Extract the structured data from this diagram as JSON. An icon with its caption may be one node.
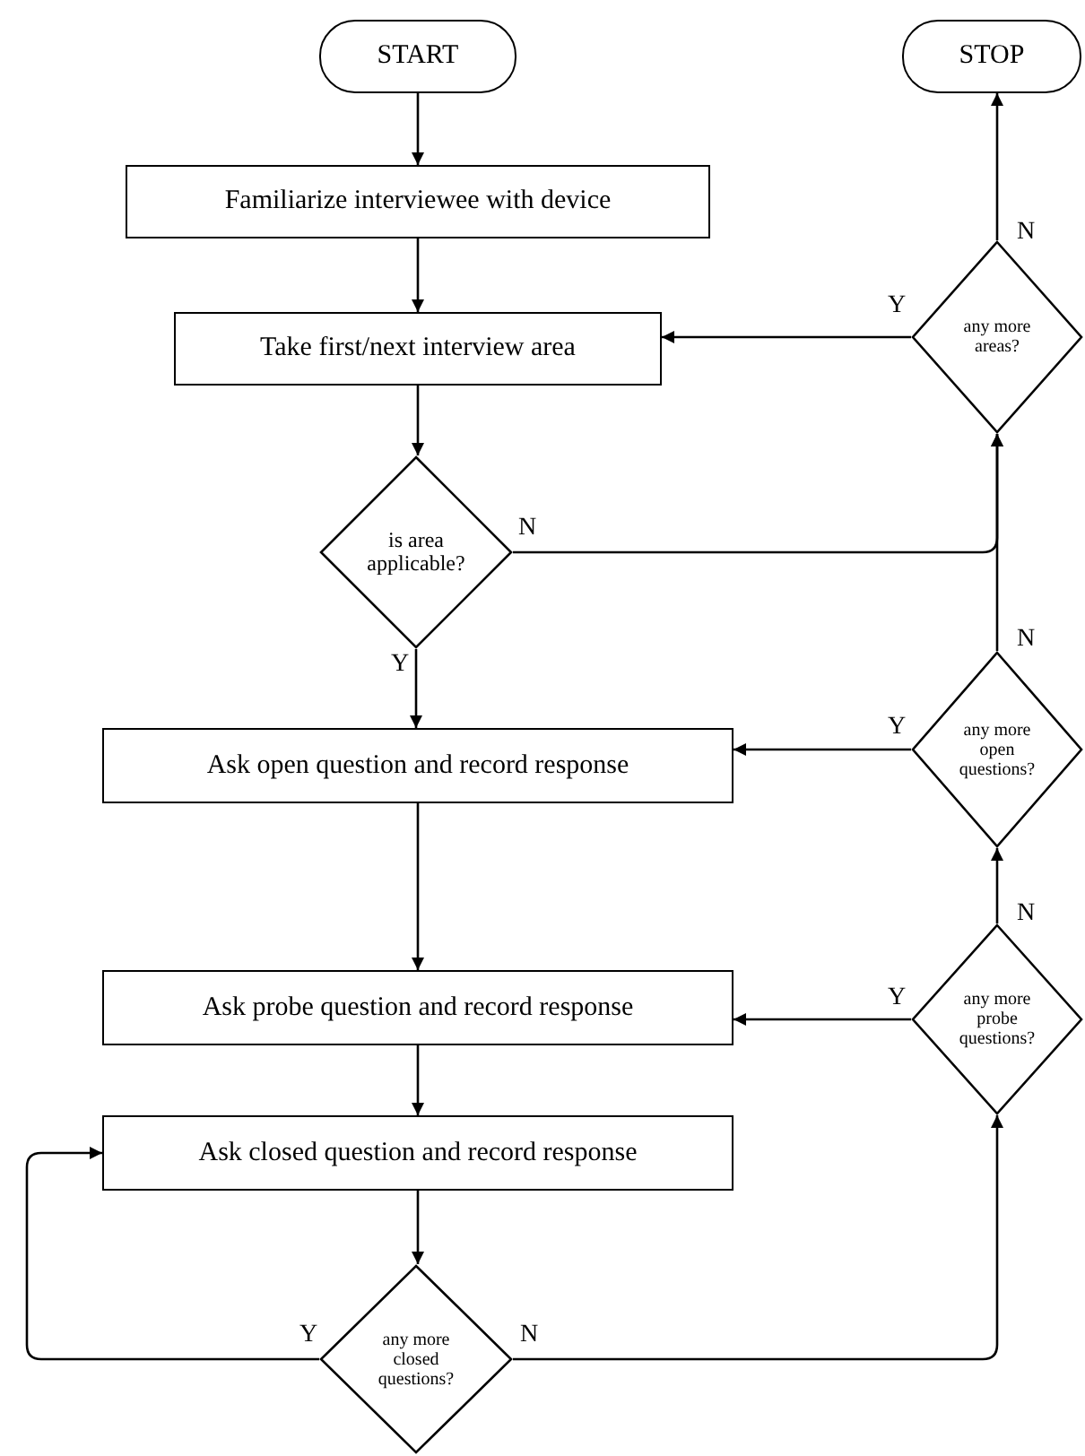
{
  "diagram": {
    "nodes": [
      {
        "text": [
          "START"
        ]
      },
      {
        "text": [
          "Familiarize interviewee with device"
        ]
      },
      {
        "text": [
          "Take first/next interview area"
        ]
      },
      {
        "text": [
          "is area applicable?"
        ]
      },
      {
        "text": [
          "Ask open question and record response"
        ]
      },
      {
        "text": [
          "Ask probe question and record response"
        ]
      },
      {
        "text": [
          "Ask closed question and record response"
        ]
      },
      {
        "text": [
          "any more closed questions?"
        ]
      },
      {
        "text": [
          "STOP"
        ]
      },
      {
        "text": [
          "any more areas?"
        ]
      },
      {
        "text": [
          "any more open questions?"
        ]
      },
      {
        "text": [
          "any more probe questions?"
        ]
      }
    ],
    "edges": [
      {
        "from": 0,
        "to": 1,
        "arrow": "to"
      },
      {
        "from": 1,
        "to": 2,
        "arrow": "to"
      },
      {
        "from": 2,
        "to": 3,
        "arrow": "to"
      },
      {
        "from": 3,
        "to": 4,
        "arrow": "to",
        "label": "Y"
      },
      {
        "from": 3,
        "to": 9,
        "arrow": "to",
        "label": "N"
      },
      {
        "from": 4,
        "to": 5,
        "arrow": "to"
      },
      {
        "from": 5,
        "to": 6,
        "arrow": "to"
      },
      {
        "from": 6,
        "to": 7,
        "arrow": "to"
      },
      {
        "from": 7,
        "to": 6,
        "arrow": "to",
        "label": "Y"
      },
      {
        "from": 7,
        "to": 11,
        "arrow": "to",
        "label": "N"
      },
      {
        "from": 11,
        "to": 10,
        "arrow": "to",
        "label": "N"
      },
      {
        "from": 11,
        "to": 5,
        "arrow": "to",
        "label": "Y"
      },
      {
        "from": 10,
        "to": 9,
        "arrow": "to",
        "label": "N"
      },
      {
        "from": 10,
        "to": 4,
        "arrow": "to",
        "label": "Y"
      },
      {
        "from": 9,
        "to": 2,
        "arrow": "to",
        "label": "Y"
      },
      {
        "from": 9,
        "to": 8,
        "arrow": "to",
        "label": "N"
      }
    ]
  }
}
